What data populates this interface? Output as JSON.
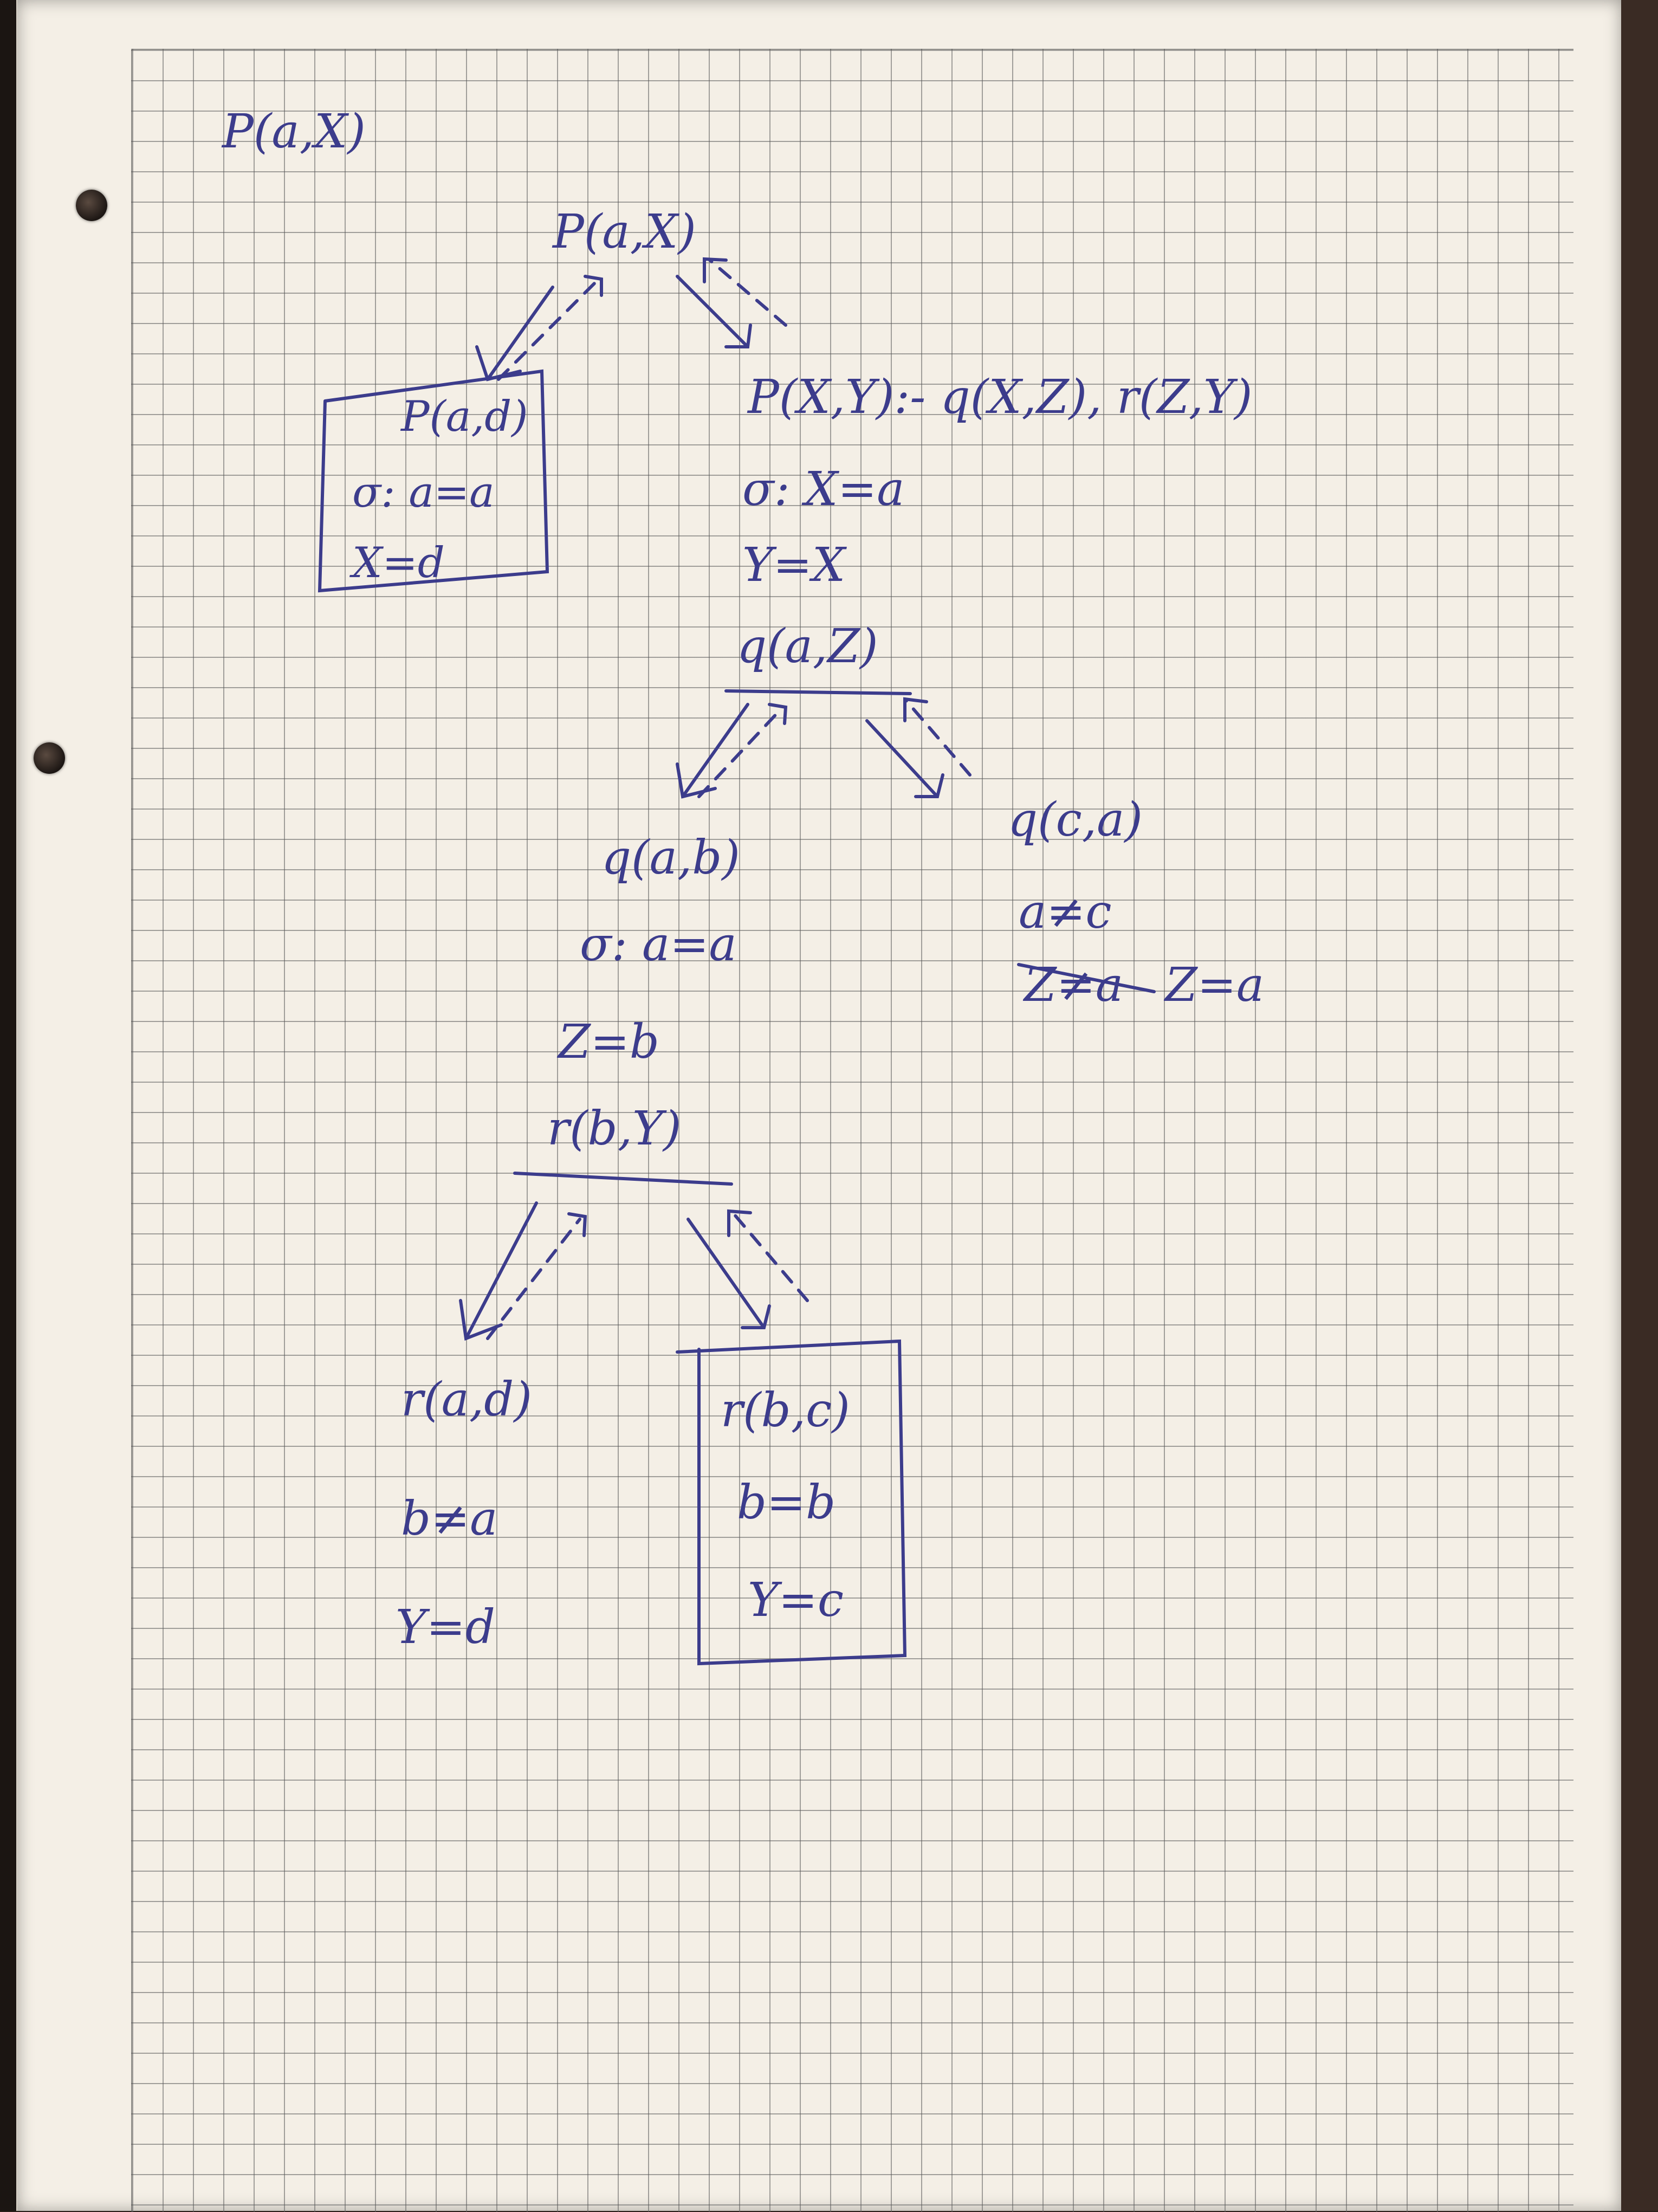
{
  "notes": {
    "goal": "P(a,X)",
    "root": "P(a,X)",
    "left_box": {
      "fact": "P(a,d)",
      "line1": "σ: a=a",
      "line2": "X=d"
    },
    "rule": {
      "clause": "P(X,Y):- q(X,Z), r(Z,Y)",
      "line1": "σ: X=a",
      "line2": "Y=X"
    },
    "subgoal_q": "q(a,Z)",
    "q_left": {
      "fact": "q(a,b)",
      "line1": "σ: a=a",
      "line2": "Z=b"
    },
    "q_right": {
      "fact": "q(c,a)",
      "line1": "a≠c",
      "struck": "Z≠a",
      "line2": "Z=a"
    },
    "subgoal_r": "r(b,Y)",
    "r_left": {
      "fact": "r(a,d)",
      "line1": "b≠a",
      "line2": "Y=d"
    },
    "r_right_box": {
      "fact": "r(b,c)",
      "line1": "b=b",
      "line2": "Y=c"
    }
  },
  "colors": {
    "ink": "#3c3c8c",
    "paper": "#f4efe6",
    "grid": "#5a5a5a"
  }
}
